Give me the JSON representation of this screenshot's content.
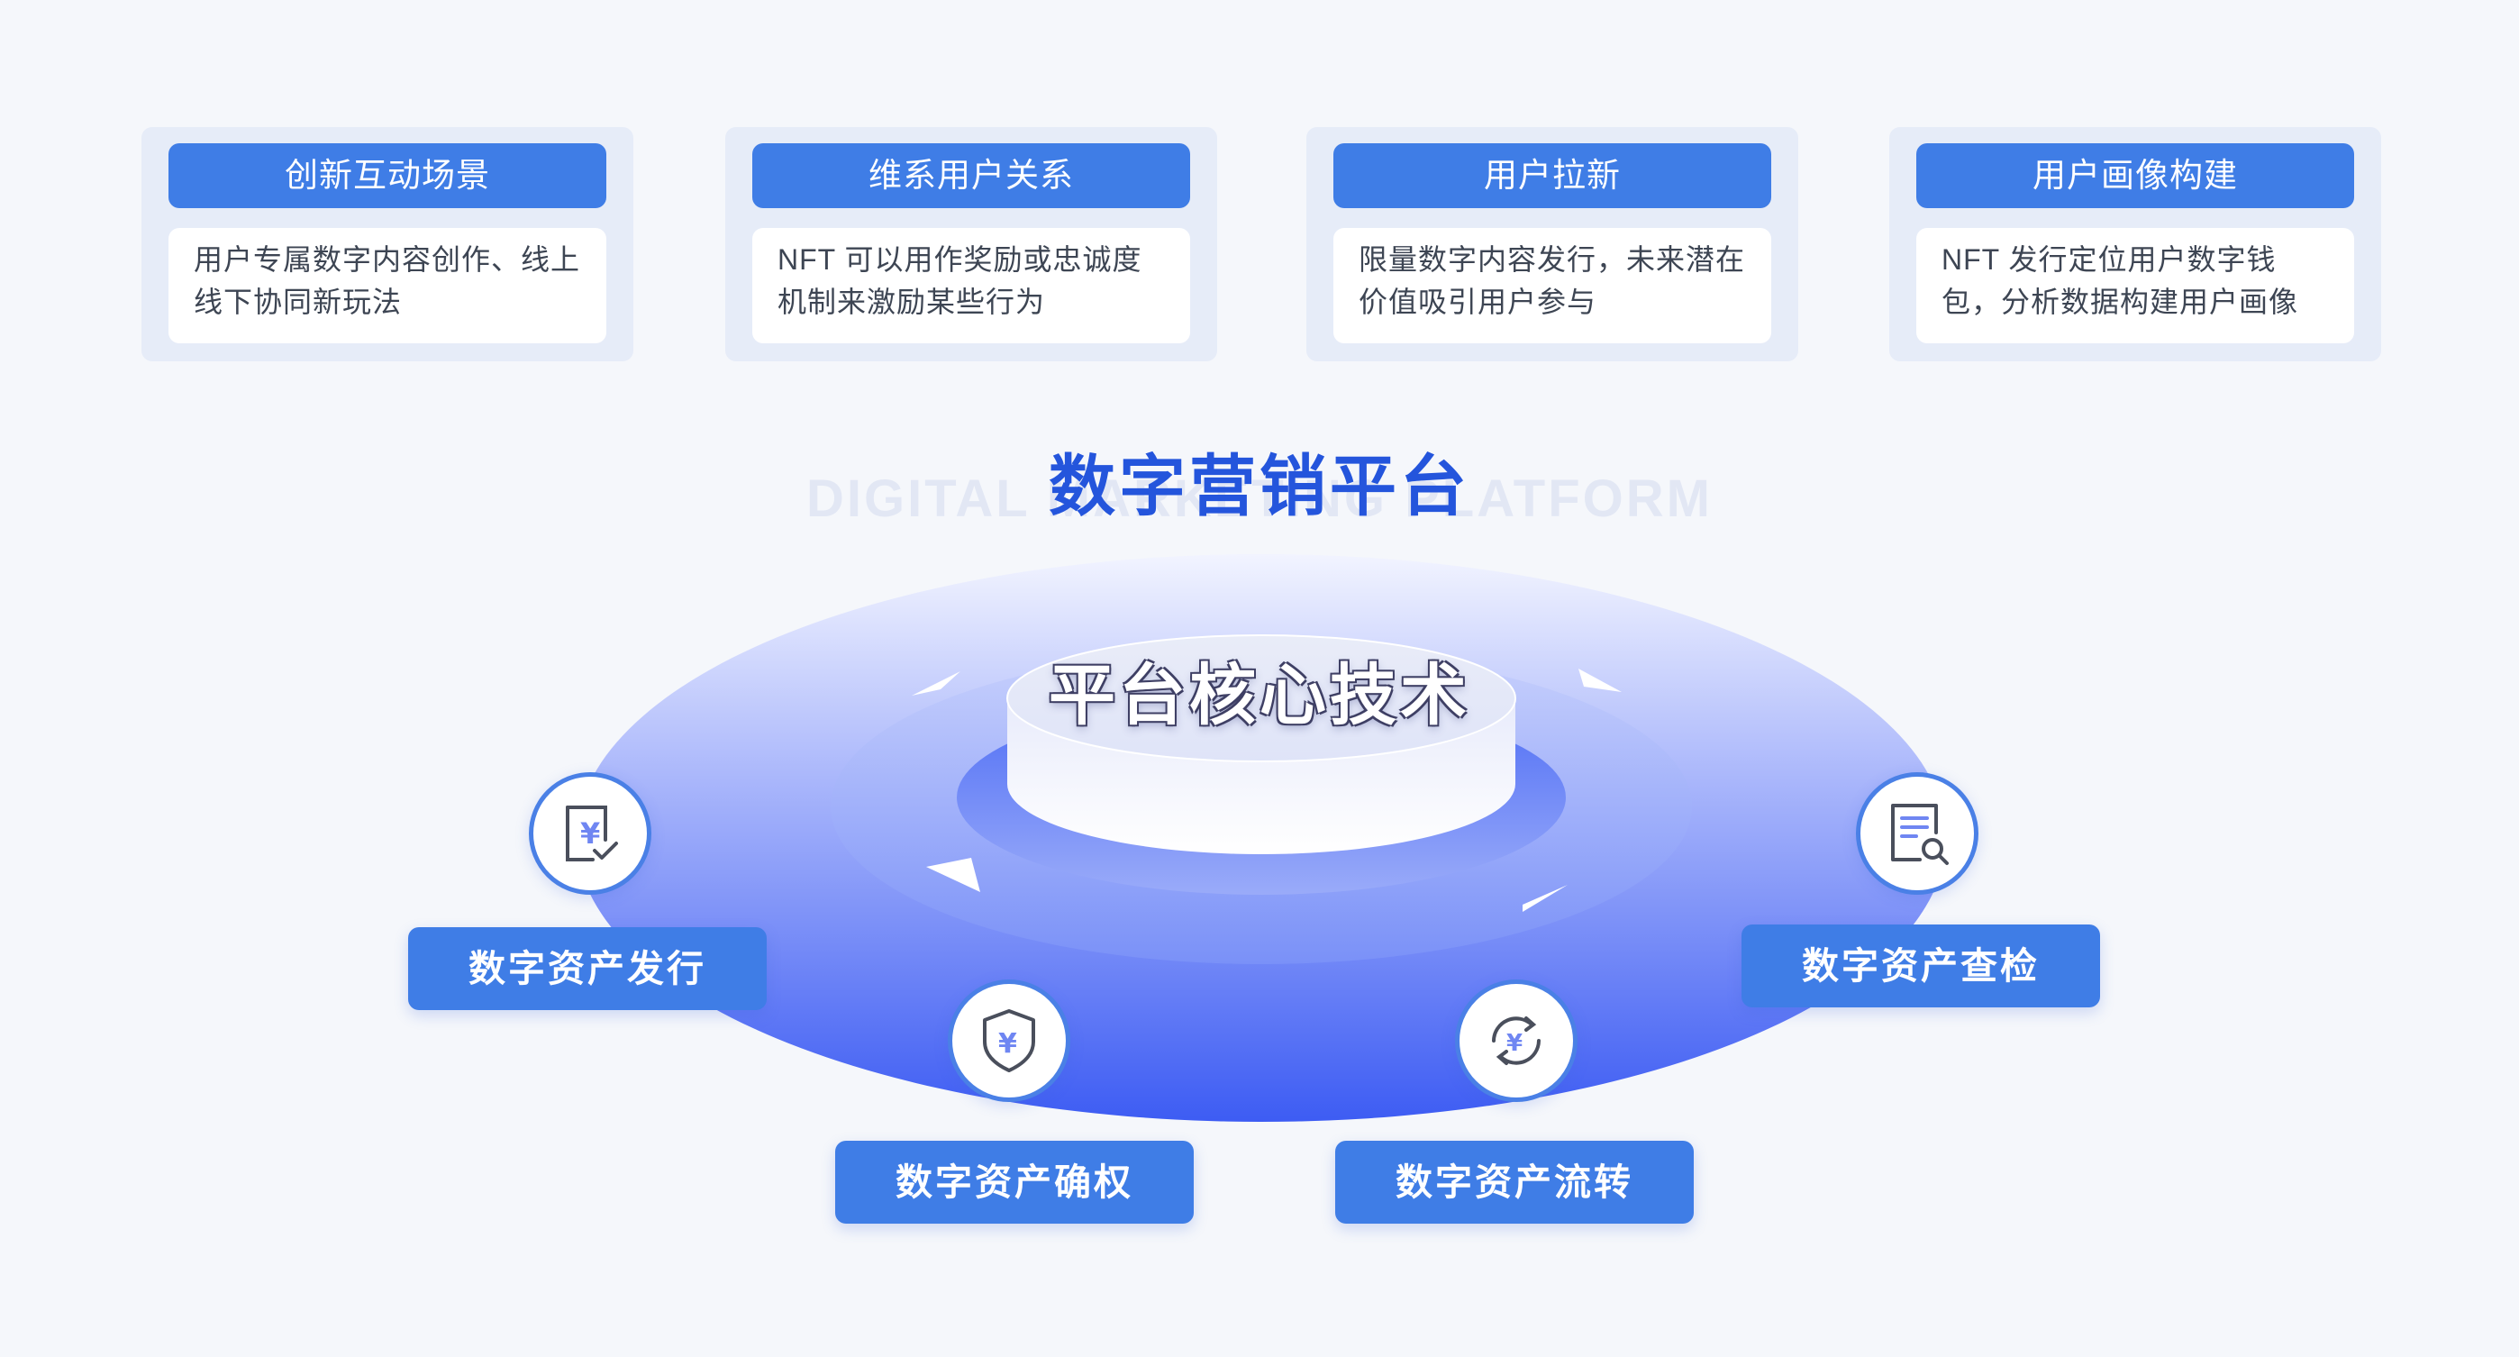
{
  "features": [
    {
      "title": "创新互动场景",
      "desc": "用户专属数字内容创作、线上线下协同新玩法"
    },
    {
      "title": "维系用户关系",
      "desc": "NFT 可以用作奖励或忠诚度机制来激励某些行为"
    },
    {
      "title": "用户拉新",
      "desc": "限量数字内容发行，未来潜在价值吸引用户参与"
    },
    {
      "title": "用户画像构建",
      "desc": "NFT 发行定位用户数字钱包，分析数据构建用户画像"
    }
  ],
  "platform": {
    "title": "数字营销平台",
    "subtitle": "DIGITAL MARKETING PLATFORM",
    "core_label": "平台核心技术"
  },
  "capabilities": [
    {
      "label": "数字资产发行",
      "icon": "yuan-document-check-icon"
    },
    {
      "label": "数字资产确权",
      "icon": "yuan-shield-icon"
    },
    {
      "label": "数字资产流转",
      "icon": "yuan-cycle-icon"
    },
    {
      "label": "数字资产查检",
      "icon": "document-search-icon"
    }
  ],
  "colors": {
    "accent": "#3f7de6",
    "title_blue": "#2455dc",
    "card_bg": "#e6ecf8",
    "disc_blue": "#4f6ef5"
  }
}
